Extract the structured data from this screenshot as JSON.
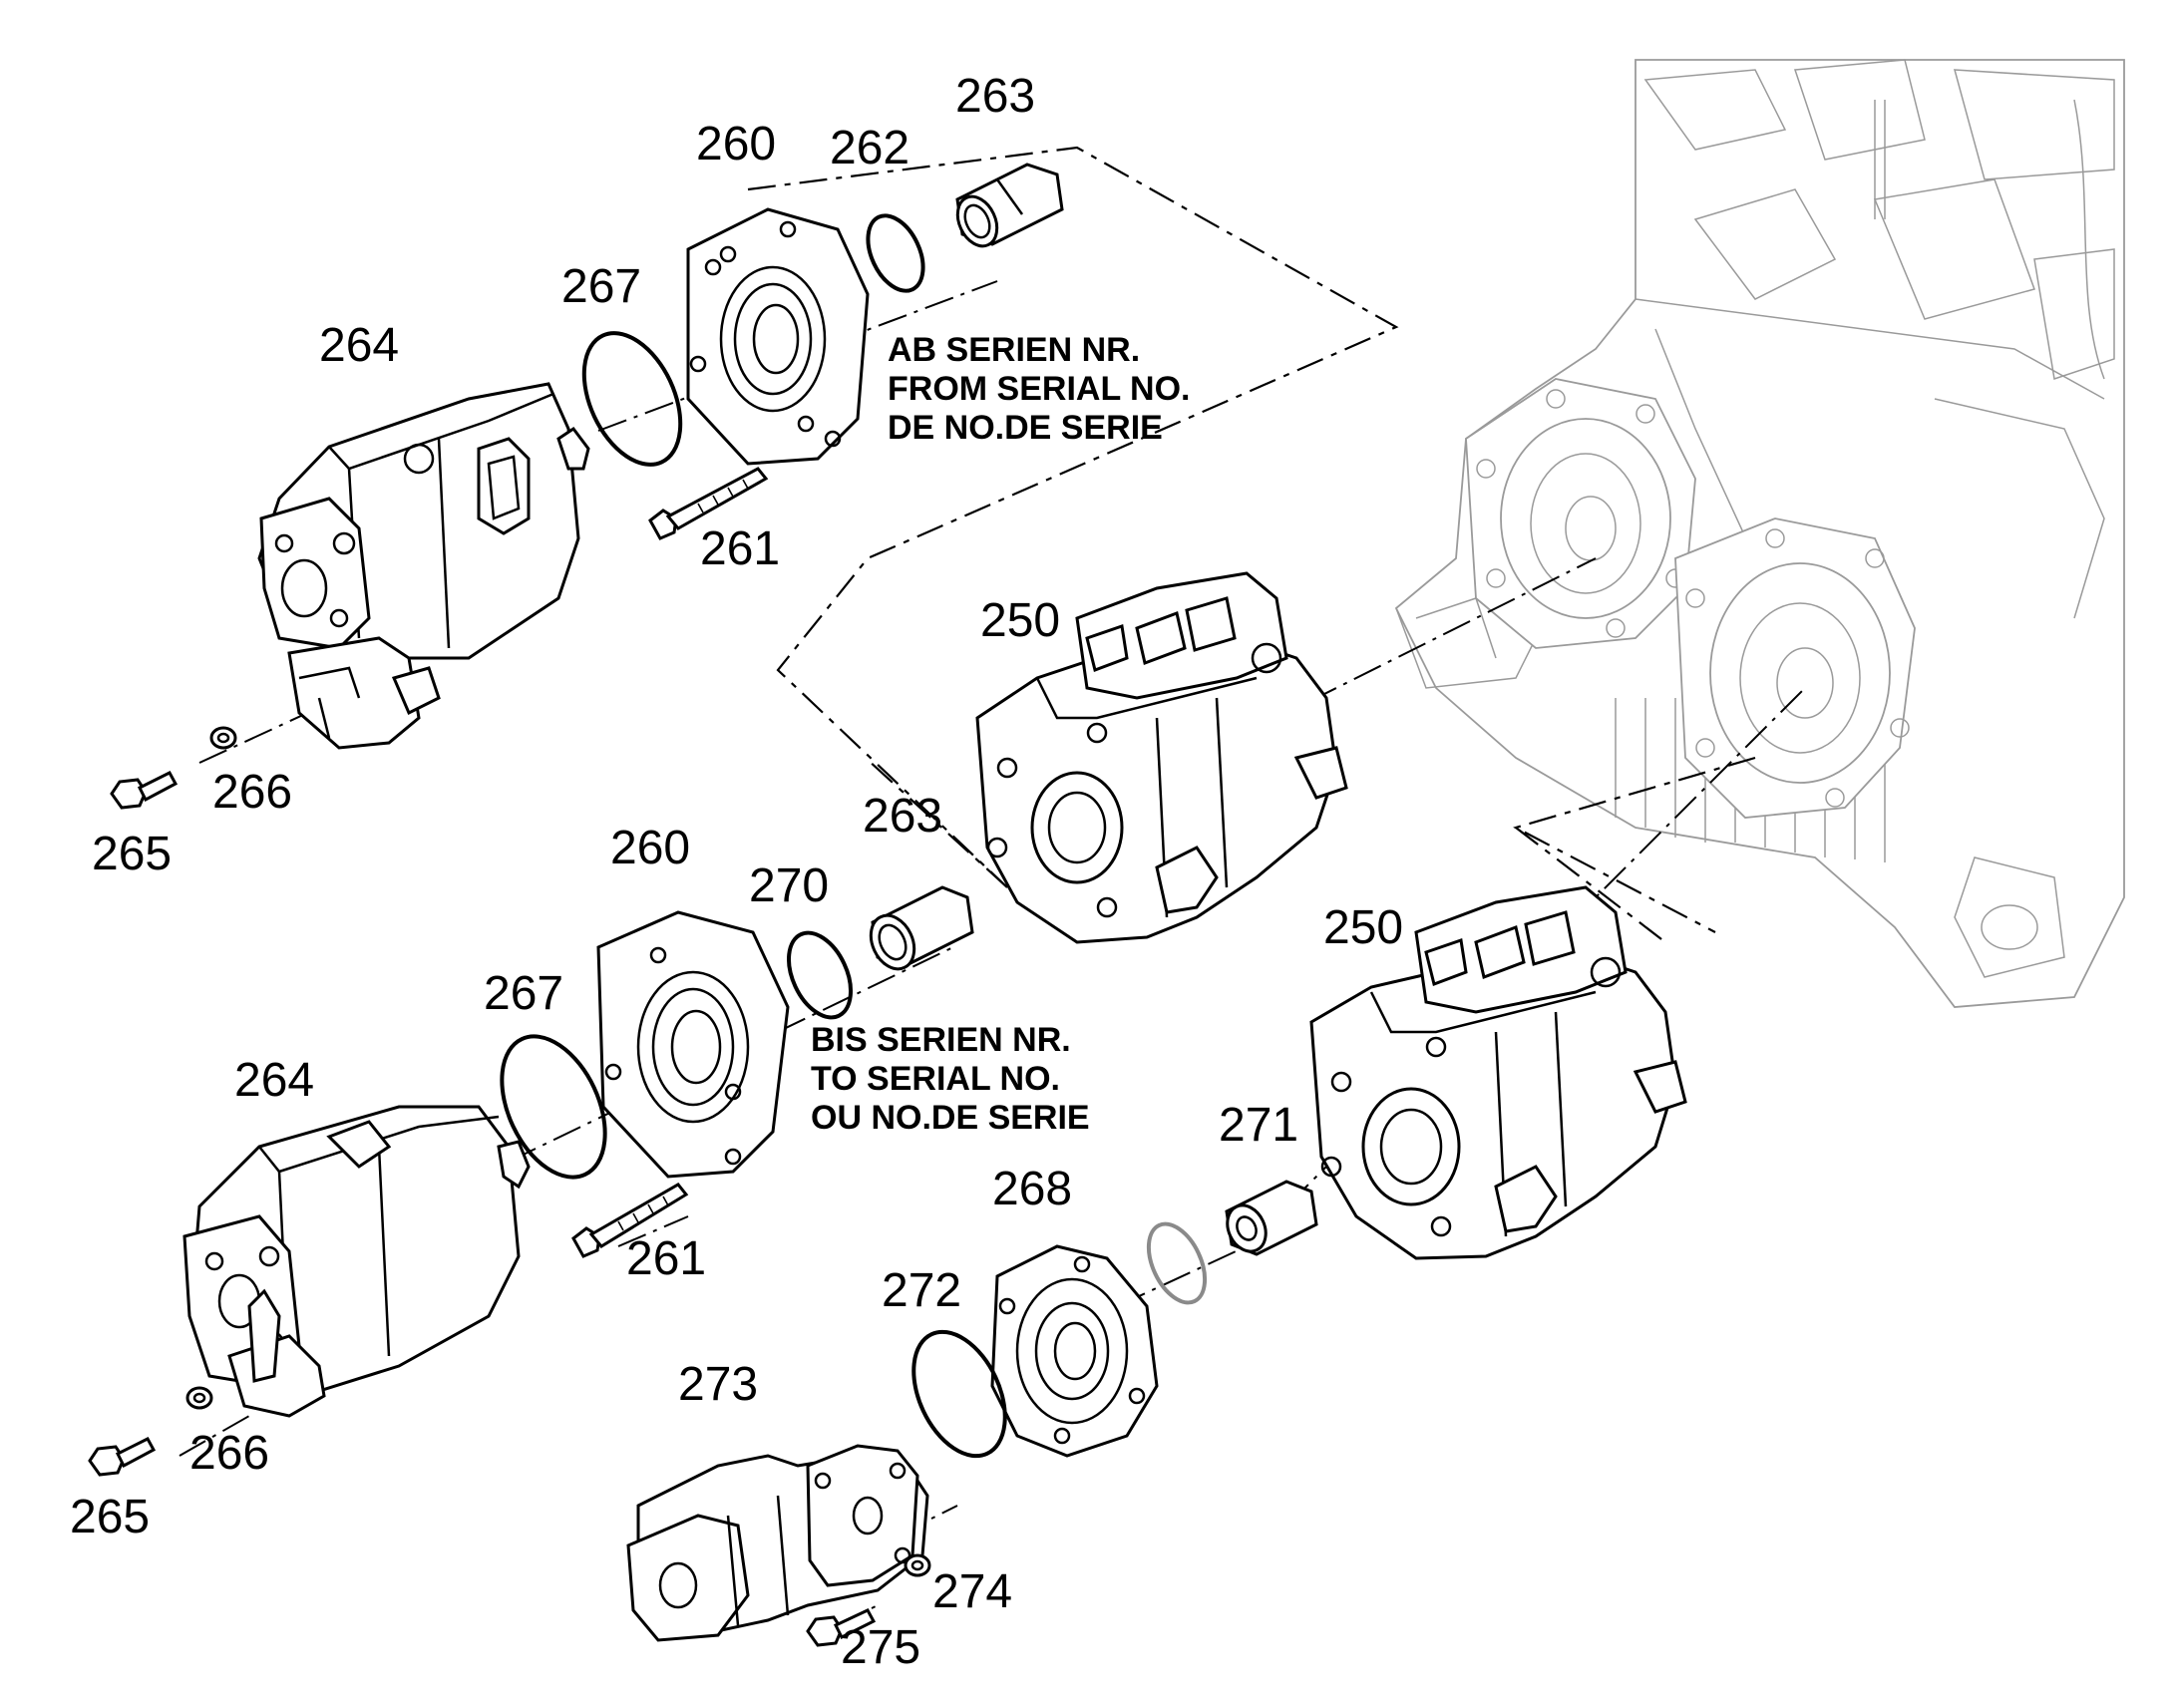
{
  "diagram": {
    "callouts": {
      "c263a": "263",
      "c260a": "260",
      "c262": "262",
      "c267a": "267",
      "c264a": "264",
      "c261a": "261",
      "c250a": "250",
      "c266a": "266",
      "c265a": "265",
      "c263b": "263",
      "c260b": "260",
      "c270": "270",
      "c267b": "267",
      "c264b": "264",
      "c261b": "261",
      "c250b": "250",
      "c271": "271",
      "c268": "268",
      "c272": "272",
      "c273": "273",
      "c266b": "266",
      "c265b": "265",
      "c274": "274",
      "c275": "275"
    },
    "note_from": {
      "line1": "AB SERIEN NR.",
      "line2": "FROM SERIAL NO.",
      "line3": "DE NO.DE SERIE"
    },
    "note_to": {
      "line1": "BIS SERIEN NR.",
      "line2": "TO SERIAL NO.",
      "line3": "OU NO.DE SERIE"
    }
  }
}
